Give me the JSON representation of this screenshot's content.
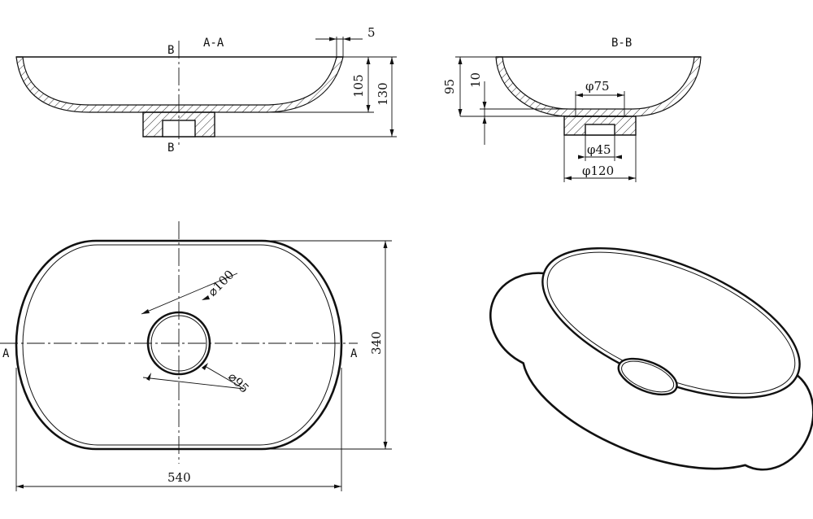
{
  "views": {
    "section_aa": {
      "title": "A-A",
      "cut_mark_top": "B",
      "cut_mark_bottom": "B",
      "dim_rim": "5",
      "dim_inner_height": "105",
      "dim_total_height": "130"
    },
    "section_bb": {
      "title": "B-B",
      "dim_inner_height": "95",
      "dim_base": "10",
      "dim_drain_top": "φ75",
      "dim_drain_bottom": "φ45",
      "dim_foot": "φ120"
    },
    "plan": {
      "cut_mark_left": "A",
      "cut_mark_right": "A",
      "dim_drain_outer": "⌀100",
      "dim_drain_inner": "⌀95",
      "dim_depth": "340",
      "dim_length": "540"
    },
    "isometric": {}
  }
}
